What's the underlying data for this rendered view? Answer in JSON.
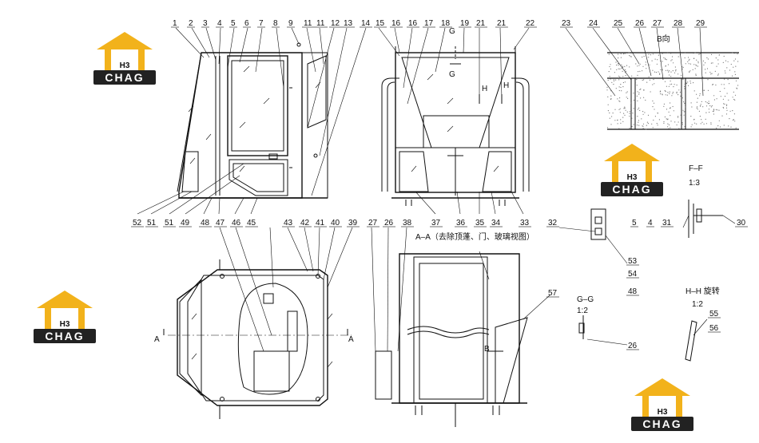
{
  "logo": {
    "mark": "H3",
    "word": "CHAG",
    "colors": {
      "gold": "#F2B21B",
      "dark": "#222222"
    }
  },
  "callouts_top": [
    "1",
    "2",
    "3",
    "4",
    "5",
    "6",
    "7",
    "8",
    "9",
    "11",
    "11",
    "12",
    "13",
    "14",
    "15",
    "16",
    "16",
    "17",
    "18",
    "19",
    "21",
    "21",
    "22"
  ],
  "callouts_right_top": [
    "23",
    "24",
    "25",
    "26",
    "27",
    "28",
    "29"
  ],
  "callouts_mid": [
    "52",
    "51",
    "51",
    "49",
    "48",
    "47",
    "46",
    "45",
    "37",
    "36",
    "35",
    "34",
    "33"
  ],
  "callouts_lower": [
    "43",
    "42",
    "41",
    "40",
    "39",
    "27",
    "26",
    "38"
  ],
  "callouts_right_mid": [
    "32",
    "53",
    "54",
    "48",
    "31",
    "5",
    "4",
    "30"
  ],
  "callouts_lower_right": [
    "57",
    "26",
    "55",
    "56"
  ],
  "section_labels": {
    "aa": "A–A（去除顶蓬、门、玻璃视图）",
    "ff": "F–F",
    "ff_scale": "1:3",
    "gg": "G–G",
    "gg_scale": "1:2",
    "hh": "H–H 旋转",
    "hh_scale": "1:2",
    "b_dir": "B向",
    "a": "A",
    "b": "B",
    "g": "G",
    "h": "H"
  }
}
